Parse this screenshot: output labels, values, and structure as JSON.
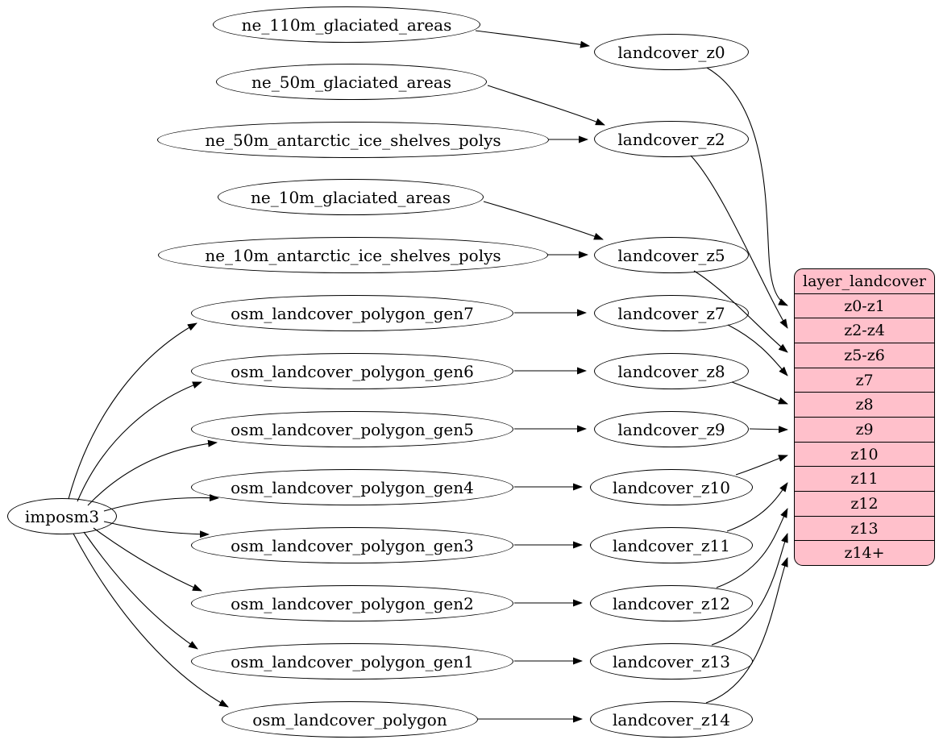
{
  "labels": {
    "imposm3": "imposm3",
    "ne110_glaciated": "ne_110m_glaciated_areas",
    "ne50_glaciated": "ne_50m_glaciated_areas",
    "ne50_antarctic": "ne_50m_antarctic_ice_shelves_polys",
    "ne10_glaciated": "ne_10m_glaciated_areas",
    "ne10_antarctic": "ne_10m_antarctic_ice_shelves_polys",
    "gen7": "osm_landcover_polygon_gen7",
    "gen6": "osm_landcover_polygon_gen6",
    "gen5": "osm_landcover_polygon_gen5",
    "gen4": "osm_landcover_polygon_gen4",
    "gen3": "osm_landcover_polygon_gen3",
    "gen2": "osm_landcover_polygon_gen2",
    "gen1": "osm_landcover_polygon_gen1",
    "polygon": "osm_landcover_polygon",
    "z0": "landcover_z0",
    "z2": "landcover_z2",
    "z5": "landcover_z5",
    "z7": "landcover_z7",
    "z8": "landcover_z8",
    "z9": "landcover_z9",
    "z10": "landcover_z10",
    "z11": "landcover_z11",
    "z12": "landcover_z12",
    "z13": "landcover_z13",
    "z14": "landcover_z14"
  },
  "record": {
    "title": "layer_landcover",
    "rows": [
      "z0-z1",
      "z2-z4",
      "z5-z6",
      "z7",
      "z8",
      "z9",
      "z10",
      "z11",
      "z12",
      "z13",
      "z14+"
    ]
  },
  "edges": [
    [
      "imposm3",
      "osm_landcover_polygon_gen7"
    ],
    [
      "imposm3",
      "osm_landcover_polygon_gen6"
    ],
    [
      "imposm3",
      "osm_landcover_polygon_gen5"
    ],
    [
      "imposm3",
      "osm_landcover_polygon_gen4"
    ],
    [
      "imposm3",
      "osm_landcover_polygon_gen3"
    ],
    [
      "imposm3",
      "osm_landcover_polygon_gen2"
    ],
    [
      "imposm3",
      "osm_landcover_polygon_gen1"
    ],
    [
      "imposm3",
      "osm_landcover_polygon"
    ],
    [
      "ne_110m_glaciated_areas",
      "landcover_z0"
    ],
    [
      "ne_50m_glaciated_areas",
      "landcover_z2"
    ],
    [
      "ne_50m_antarctic_ice_shelves_polys",
      "landcover_z2"
    ],
    [
      "ne_10m_glaciated_areas",
      "landcover_z5"
    ],
    [
      "ne_10m_antarctic_ice_shelves_polys",
      "landcover_z5"
    ],
    [
      "osm_landcover_polygon_gen7",
      "landcover_z7"
    ],
    [
      "osm_landcover_polygon_gen6",
      "landcover_z8"
    ],
    [
      "osm_landcover_polygon_gen5",
      "landcover_z9"
    ],
    [
      "osm_landcover_polygon_gen4",
      "landcover_z10"
    ],
    [
      "osm_landcover_polygon_gen3",
      "landcover_z11"
    ],
    [
      "osm_landcover_polygon_gen2",
      "landcover_z12"
    ],
    [
      "osm_landcover_polygon_gen1",
      "landcover_z13"
    ],
    [
      "osm_landcover_polygon",
      "landcover_z14"
    ],
    [
      "landcover_z0",
      "layer_landcover:z0-z1"
    ],
    [
      "landcover_z2",
      "layer_landcover:z2-z4"
    ],
    [
      "landcover_z5",
      "layer_landcover:z5-z6"
    ],
    [
      "landcover_z7",
      "layer_landcover:z7"
    ],
    [
      "landcover_z8",
      "layer_landcover:z8"
    ],
    [
      "landcover_z9",
      "layer_landcover:z9"
    ],
    [
      "landcover_z10",
      "layer_landcover:z10"
    ],
    [
      "landcover_z11",
      "layer_landcover:z11"
    ],
    [
      "landcover_z12",
      "layer_landcover:z12"
    ],
    [
      "landcover_z13",
      "layer_landcover:z13"
    ],
    [
      "landcover_z14",
      "layer_landcover:z14+"
    ]
  ],
  "colors": {
    "record_fill": "#ffc0cb",
    "node_fill": "#ffffff",
    "edge": "#000000"
  }
}
